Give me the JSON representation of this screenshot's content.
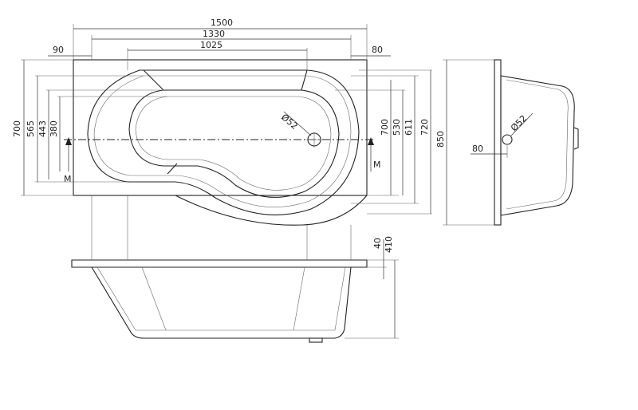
{
  "dimensions": {
    "overall_length": "1500",
    "inner_length": "1330",
    "basin_length": "1025",
    "left_offset": "90",
    "right_offset": "80",
    "height_700": "700",
    "height_565": "565",
    "height_443": "443",
    "height_380": "380",
    "right_700": "700",
    "right_530": "530",
    "right_611": "611",
    "right_720": "720",
    "right_850": "850",
    "drain_diameter": "Ø52",
    "side_drain_diameter": "Ø52",
    "side_offset": "80",
    "rim_40": "40",
    "depth_410": "410"
  },
  "section_labels": {
    "left": "M",
    "right": "M"
  }
}
